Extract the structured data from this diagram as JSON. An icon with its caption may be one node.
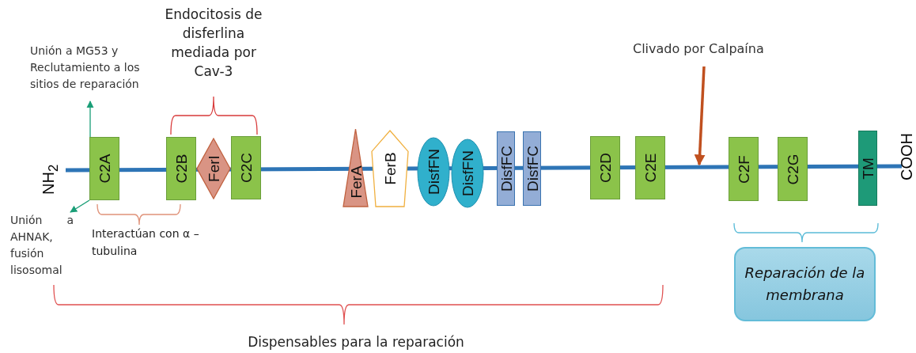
{
  "diagram": {
    "nodes": [
      {
        "text": [
          "Unión a MG53 y Reclutamiento a los sitios de reparación"
        ]
      },
      {
        "text": [
          "C2A"
        ]
      },
      {
        "text": [
          "C2B"
        ]
      },
      {
        "text": [
          "FerI"
        ]
      },
      {
        "text": [
          "C2C"
        ]
      },
      {
        "text": [
          "FerA"
        ]
      },
      {
        "text": [
          "FerB"
        ]
      },
      {
        "text": [
          "DisfFN"
        ]
      },
      {
        "text": [
          "DisfFN"
        ]
      },
      {
        "text": [
          "DisfFC"
        ]
      },
      {
        "text": [
          "DisfFC"
        ]
      },
      {
        "text": [
          "C2D"
        ]
      },
      {
        "text": [
          "C2E"
        ]
      },
      {
        "text": [
          "C2F"
        ]
      },
      {
        "text": [
          "C2G"
        ]
      },
      {
        "text": [
          "TM"
        ]
      },
      {
        "text": [
          "Unión a AHNAK, fusión lisosomal"
        ]
      },
      {
        "text": [
          "Clivado por Calpaína"
        ]
      },
      {
        "text": [
          "Reparación de la membrana"
        ]
      }
    ],
    "edges": [
      {
        "from": 1,
        "to": 0,
        "arrow": "to",
        "color": "#1a9e77"
      },
      {
        "from": 1,
        "to": 16,
        "arrow": "to",
        "color": "#1a9e77"
      },
      {
        "from": 17,
        "to": null,
        "arrow": "to",
        "style": "thick",
        "color": "#c0501f"
      }
    ],
    "labels": [
      "Endocitosis de disferlina mediada por Cav-3",
      "NH$_{2}$",
      "COOH",
      "Interactúan con α – tubulina",
      "Dispensables para la reparación"
    ]
  }
}
